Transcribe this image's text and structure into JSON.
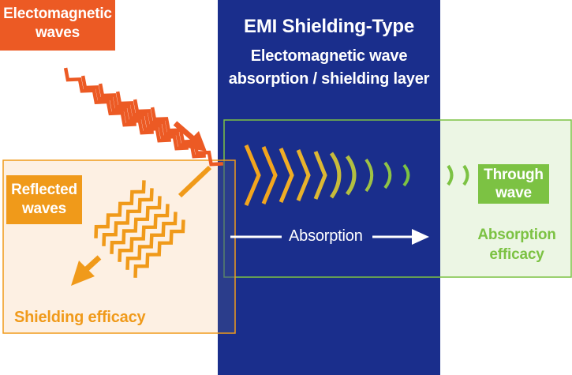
{
  "colors": {
    "navy": "#1a2e8c",
    "orange_red": "#ec5a24",
    "orange": "#f09a1a",
    "green": "#7cc243",
    "green_light": "#ecf6e4",
    "peach_light": "#fdf0e3",
    "white": "#ffffff"
  },
  "incoming": {
    "label": "Electomagnetic waves"
  },
  "reflected": {
    "label": "Reflected waves"
  },
  "shielding_layer": {
    "title": "EMI Shielding-Type",
    "subtitle_line1": "Electomagnetic wave",
    "subtitle_line2": "absorption / shielding layer"
  },
  "absorption": {
    "label": "Absorption"
  },
  "through": {
    "label": "Through wave"
  },
  "absorption_efficacy": {
    "line1": "Absorption",
    "line2": "efficacy"
  },
  "shielding_efficacy": {
    "label": "Shielding efficacy"
  }
}
